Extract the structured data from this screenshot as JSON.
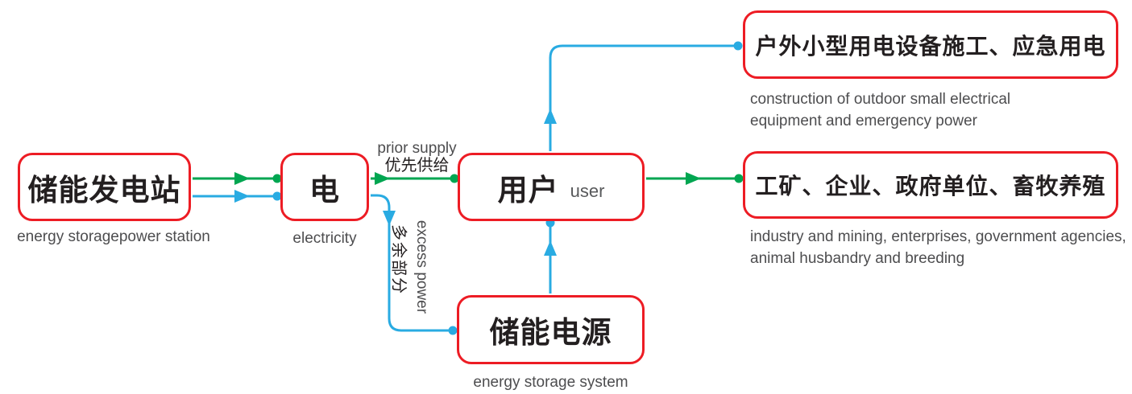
{
  "colors": {
    "box_border_red": "#ED1C24",
    "edge_green": "#00A651",
    "edge_blue": "#29ABE2",
    "title_black": "#231F20",
    "caption_gray": "#4D4D4F",
    "subtitle_gray": "#58595B"
  },
  "nodes": {
    "station": {
      "title": "储能发电站",
      "caption": "energy storagepower station"
    },
    "electricity": {
      "title": "电",
      "caption": "electricity"
    },
    "user": {
      "title": "用户",
      "subtitle": "user"
    },
    "storage": {
      "title": "储能电源",
      "caption": "energy storage system"
    },
    "outdoor": {
      "title": "户外小型用电设备施工、应急用电",
      "caption_line1": "construction of outdoor small electrical",
      "caption_line2": "equipment and emergency power"
    },
    "industry": {
      "title": "工矿、企业、政府单位、畜牧养殖",
      "caption_line1": "industry and mining, enterprises, government agencies,",
      "caption_line2": "animal husbandry and breeding"
    }
  },
  "edge_labels": {
    "prior_supply_en": "prior supply",
    "prior_supply_zh": "优先供给",
    "excess_power_zh": "多余部分",
    "excess_power_en": "excess power"
  },
  "edges": [
    {
      "from": "station",
      "to": "electricity",
      "color": "#00A651"
    },
    {
      "from": "station",
      "to": "electricity",
      "color": "#29ABE2"
    },
    {
      "from": "electricity",
      "to": "user",
      "color": "#00A651",
      "label": "prior supply / 优先供给"
    },
    {
      "from": "electricity",
      "to": "storage",
      "color": "#29ABE2",
      "label": "excess power / 多余部分"
    },
    {
      "from": "storage",
      "to": "user",
      "color": "#29ABE2"
    },
    {
      "from": "user",
      "to": "outdoor",
      "color": "#29ABE2"
    },
    {
      "from": "user",
      "to": "industry",
      "color": "#00A651"
    }
  ]
}
